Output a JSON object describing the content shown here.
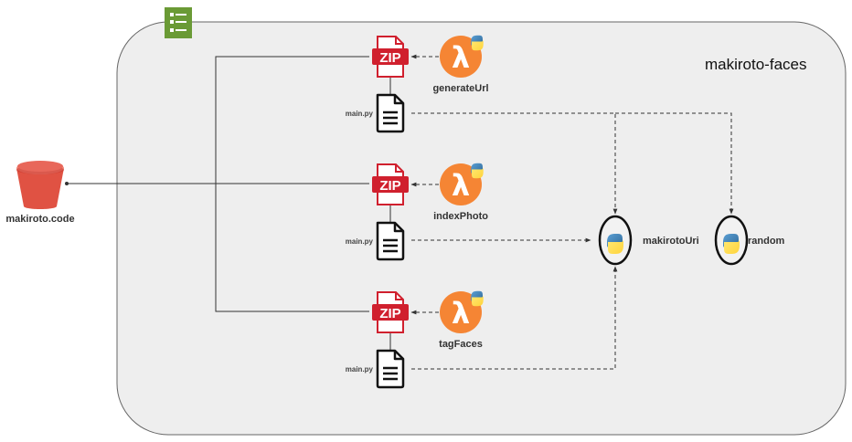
{
  "group": {
    "title": "makiroto-faces",
    "icon": "resource-group-icon"
  },
  "bucket": {
    "label": "makiroto.code",
    "icon": "s3-bucket-icon"
  },
  "functions": [
    {
      "name": "generateUrl",
      "icon": "lambda-icon",
      "runtime_icon": "python-icon",
      "archive_label": "ZIP",
      "source_file": "main.py"
    },
    {
      "name": "indexPhoto",
      "icon": "lambda-icon",
      "runtime_icon": "python-icon",
      "archive_label": "ZIP",
      "source_file": "main.py"
    },
    {
      "name": "tagFaces",
      "icon": "lambda-icon",
      "runtime_icon": "python-icon",
      "archive_label": "ZIP",
      "source_file": "main.py"
    }
  ],
  "modules": [
    {
      "name": "makirotoUri",
      "icon": "python-module-icon"
    },
    {
      "name": "random",
      "icon": "python-module-icon"
    }
  ],
  "colors": {
    "group_fill": "#eeeeee",
    "group_stroke": "#666666",
    "group_icon": "#6a9a35",
    "bucket": "#e05243",
    "zip": "#d0202e",
    "lambda": "#f58534",
    "python_blue": "#3a6ea5",
    "python_yellow": "#f7d24a",
    "line": "#333333"
  },
  "edges": [
    {
      "from": "bucket",
      "to": "zip-generateUrl",
      "style": "solid"
    },
    {
      "from": "bucket",
      "to": "zip-indexPhoto",
      "style": "solid"
    },
    {
      "from": "bucket",
      "to": "zip-tagFaces",
      "style": "solid"
    },
    {
      "from": "lambda-generateUrl",
      "to": "zip-generateUrl",
      "style": "dashed"
    },
    {
      "from": "lambda-indexPhoto",
      "to": "zip-indexPhoto",
      "style": "dashed"
    },
    {
      "from": "lambda-tagFaces",
      "to": "zip-tagFaces",
      "style": "dashed"
    },
    {
      "from": "main-generateUrl",
      "to": "zip-generateUrl",
      "style": "solid"
    },
    {
      "from": "main-indexPhoto",
      "to": "zip-indexPhoto",
      "style": "solid"
    },
    {
      "from": "main-tagFaces",
      "to": "zip-tagFaces",
      "style": "solid"
    },
    {
      "from": "main-generateUrl",
      "to": "makirotoUri",
      "style": "dashed"
    },
    {
      "from": "main-generateUrl",
      "to": "random",
      "style": "dashed"
    },
    {
      "from": "main-indexPhoto",
      "to": "makirotoUri",
      "style": "dashed"
    },
    {
      "from": "main-tagFaces",
      "to": "makirotoUri",
      "style": "dashed"
    }
  ]
}
